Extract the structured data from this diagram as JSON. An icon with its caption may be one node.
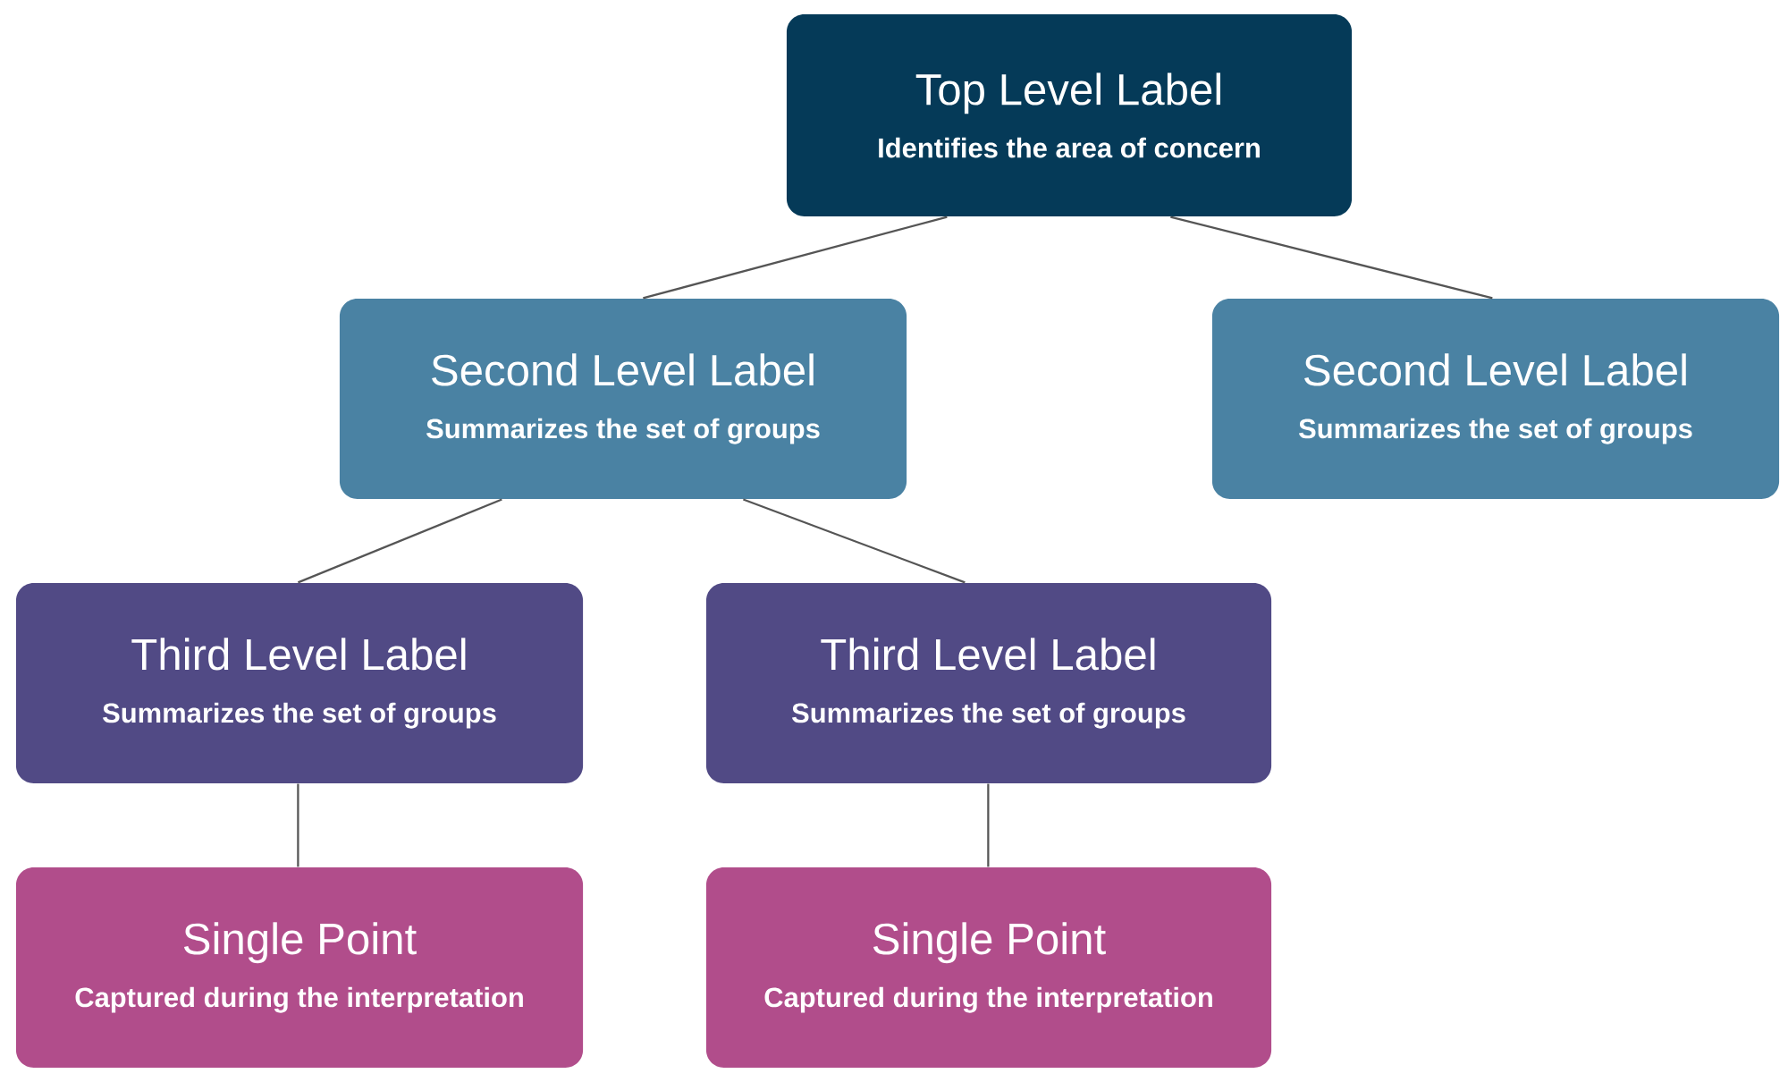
{
  "diagram": {
    "nodes": [
      {
        "text": [
          "Top Level Label",
          "Identifies the area of concern"
        ]
      },
      {
        "text": [
          "Second Level Label",
          "Summarizes the set of groups"
        ]
      },
      {
        "text": [
          "Second Level Label",
          "Summarizes the set of groups"
        ]
      },
      {
        "text": [
          "Third Level Label",
          "Summarizes the set of groups"
        ]
      },
      {
        "text": [
          "Third Level Label",
          "Summarizes the set of groups"
        ]
      },
      {
        "text": [
          "Single Point",
          "Captured during the interpretation"
        ]
      },
      {
        "text": [
          "Single Point",
          "Captured during the interpretation"
        ]
      }
    ],
    "edges": [
      {
        "from": 0,
        "to": 1,
        "arrow": "none"
      },
      {
        "from": 0,
        "to": 2,
        "arrow": "none"
      },
      {
        "from": 1,
        "to": 3,
        "arrow": "none"
      },
      {
        "from": 1,
        "to": 4,
        "arrow": "none"
      },
      {
        "from": 3,
        "to": 5,
        "arrow": "none"
      },
      {
        "from": 4,
        "to": 6,
        "arrow": "none"
      }
    ]
  }
}
